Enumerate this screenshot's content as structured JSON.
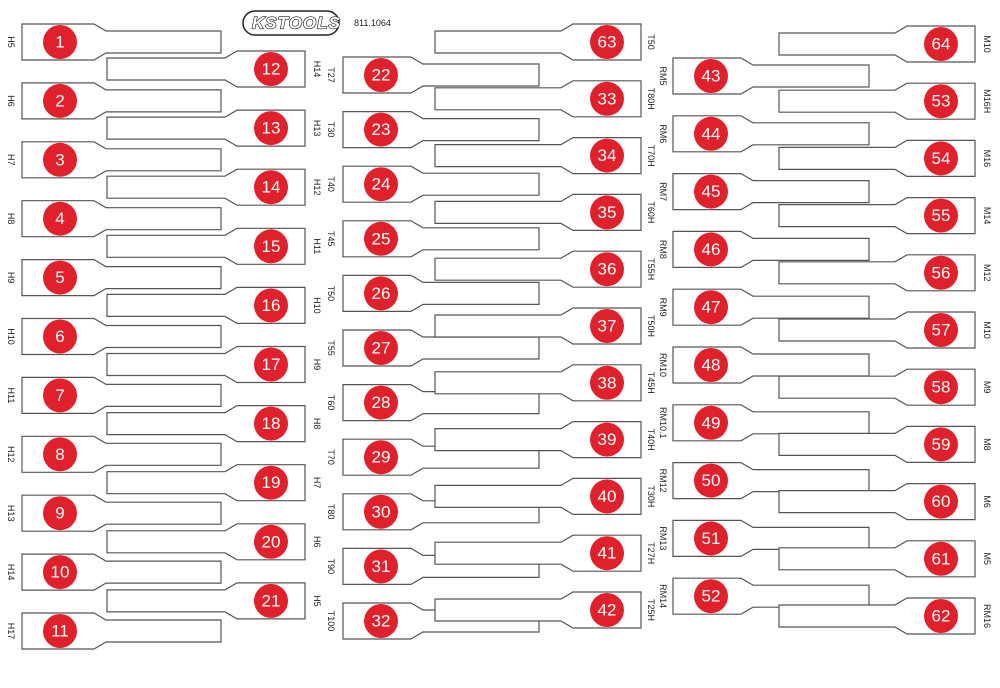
{
  "header": {
    "brand": "KSTOOLS",
    "part_number": "811.1064"
  },
  "columns": [
    {
      "id": "col1",
      "slots": [
        {
          "n": "1",
          "label": "H5"
        },
        {
          "n": "2",
          "label": "H6"
        },
        {
          "n": "3",
          "label": "H7"
        },
        {
          "n": "4",
          "label": "H8"
        },
        {
          "n": "5",
          "label": "H9"
        },
        {
          "n": "6",
          "label": "H10"
        },
        {
          "n": "7",
          "label": "H11"
        },
        {
          "n": "8",
          "label": "H12"
        },
        {
          "n": "9",
          "label": "H13"
        },
        {
          "n": "10",
          "label": "H14"
        },
        {
          "n": "11",
          "label": "H17"
        }
      ]
    },
    {
      "id": "col2",
      "slots": [
        {
          "n": "12",
          "label": "H14"
        },
        {
          "n": "13",
          "label": "H13"
        },
        {
          "n": "14",
          "label": "H12"
        },
        {
          "n": "15",
          "label": "H11"
        },
        {
          "n": "16",
          "label": "H10"
        },
        {
          "n": "17",
          "label": "H9"
        },
        {
          "n": "18",
          "label": "H8"
        },
        {
          "n": "19",
          "label": "H7"
        },
        {
          "n": "20",
          "label": "H6"
        },
        {
          "n": "21",
          "label": "H5"
        }
      ]
    },
    {
      "id": "col3",
      "slots": [
        {
          "n": "22",
          "label": "T27"
        },
        {
          "n": "23",
          "label": "T30"
        },
        {
          "n": "24",
          "label": "T40"
        },
        {
          "n": "25",
          "label": "T45"
        },
        {
          "n": "26",
          "label": "T50"
        },
        {
          "n": "27",
          "label": "T55"
        },
        {
          "n": "28",
          "label": "T60"
        },
        {
          "n": "29",
          "label": "T70"
        },
        {
          "n": "30",
          "label": "T80"
        },
        {
          "n": "31",
          "label": "T90"
        },
        {
          "n": "32",
          "label": "T100"
        }
      ]
    },
    {
      "id": "col4",
      "slots": [
        {
          "n": "63",
          "label": "T50"
        },
        {
          "n": "33",
          "label": "T80H"
        },
        {
          "n": "34",
          "label": "T70H"
        },
        {
          "n": "35",
          "label": "T60H"
        },
        {
          "n": "36",
          "label": "T55H"
        },
        {
          "n": "37",
          "label": "T50H"
        },
        {
          "n": "38",
          "label": "T45H"
        },
        {
          "n": "39",
          "label": "T40H"
        },
        {
          "n": "40",
          "label": "T30H"
        },
        {
          "n": "41",
          "label": "T27H"
        },
        {
          "n": "42",
          "label": "T25H"
        }
      ]
    },
    {
      "id": "col5",
      "slots": [
        {
          "n": "43",
          "label": "RM5"
        },
        {
          "n": "44",
          "label": "RM6"
        },
        {
          "n": "45",
          "label": "RM7"
        },
        {
          "n": "46",
          "label": "RM8"
        },
        {
          "n": "47",
          "label": "RM9"
        },
        {
          "n": "48",
          "label": "RM10"
        },
        {
          "n": "49",
          "label": "RM10.1"
        },
        {
          "n": "50",
          "label": "RM12"
        },
        {
          "n": "51",
          "label": "RM13"
        },
        {
          "n": "52",
          "label": "RM14"
        }
      ]
    },
    {
      "id": "col6",
      "slots": [
        {
          "n": "64",
          "label": "M10"
        },
        {
          "n": "53",
          "label": "M16H"
        },
        {
          "n": "54",
          "label": "M16"
        },
        {
          "n": "55",
          "label": "M14"
        },
        {
          "n": "56",
          "label": "M12"
        },
        {
          "n": "57",
          "label": "M10"
        },
        {
          "n": "58",
          "label": "M9"
        },
        {
          "n": "59",
          "label": "M8"
        },
        {
          "n": "60",
          "label": "M6"
        },
        {
          "n": "61",
          "label": "M5"
        },
        {
          "n": "62",
          "label": "RM16"
        }
      ]
    }
  ]
}
